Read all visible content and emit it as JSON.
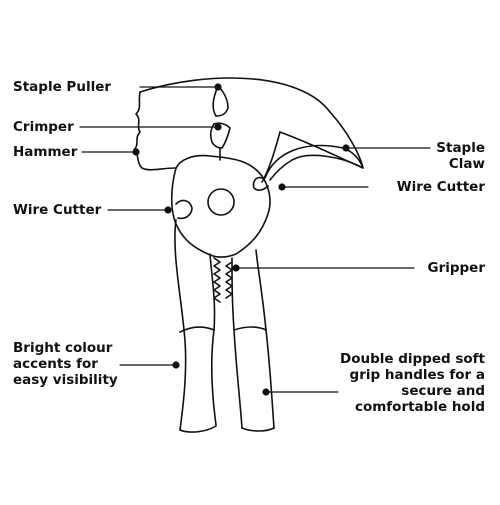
{
  "labels": {
    "staple_puller": "Staple Puller",
    "crimper": "Crimper",
    "hammer": "Hammer",
    "wire_cutter_left": "Wire Cutter",
    "bright_colour": [
      "Bright colour",
      "accents for",
      "easy visibility"
    ],
    "staple_claw": [
      "Staple",
      "Claw"
    ],
    "wire_cutter_right": "Wire Cutter",
    "gripper": "Gripper",
    "double_dipped": [
      "Double dipped soft",
      "grip handles for a",
      "secure and",
      "comfortable hold"
    ]
  },
  "colors": {
    "outline": "#111111",
    "background": "#ffffff"
  }
}
